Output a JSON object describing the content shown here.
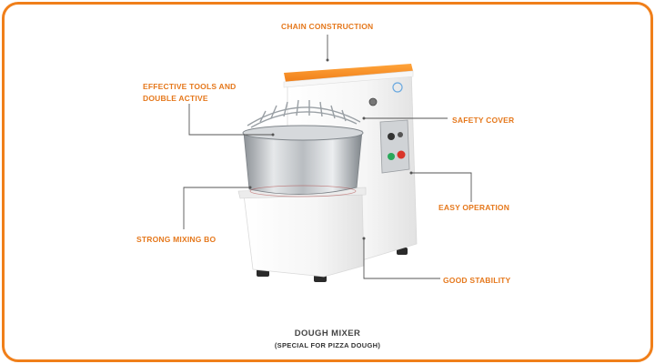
{
  "callouts": {
    "chain": "CHAIN CONSTRUCTION",
    "tools_line1": "EFFECTIVE TOOLS AND",
    "tools_line2": "DOUBLE ACTIVE",
    "safety": "SAFETY COVER",
    "easy": "EASY OPERATION",
    "bowl": "STRONG MIXING BO",
    "stability": "GOOD STABILITY"
  },
  "caption": {
    "title": "DOUGH MIXER",
    "subtitle": "(SPECIAL FOR PIZZA DOUGH)"
  },
  "colors": {
    "accent": "#f07f1a",
    "label": "#e5781c",
    "body": "#f4f4f4",
    "steel": "#c9ccd0",
    "leader": "#555555"
  }
}
